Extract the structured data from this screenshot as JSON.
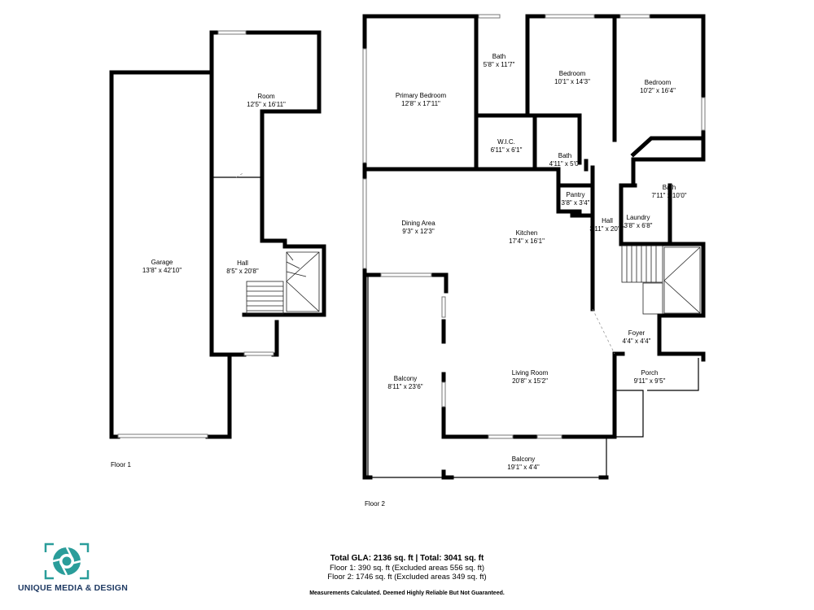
{
  "floors": [
    {
      "id": "floor1",
      "label": "Floor 1",
      "rooms": [
        {
          "key": "f1-room",
          "name": "Room",
          "dims": "12'5\" x 16'11\""
        },
        {
          "key": "f1-garage",
          "name": "Garage",
          "dims": "13'8\" x 42'10\""
        },
        {
          "key": "f1-hall",
          "name": "Hall",
          "dims": "8'5\" x 20'8\""
        }
      ]
    },
    {
      "id": "floor2",
      "label": "Floor 2",
      "rooms": [
        {
          "key": "f2-primary-bedroom",
          "name": "Primary Bedroom",
          "dims": "12'8\" x 17'11\""
        },
        {
          "key": "f2-bath-a",
          "name": "Bath",
          "dims": "5'8\" x 11'7\""
        },
        {
          "key": "f2-bedroom-a",
          "name": "Bedroom",
          "dims": "10'1\" x 14'3\""
        },
        {
          "key": "f2-bedroom-b",
          "name": "Bedroom",
          "dims": "10'2\" x 16'4\""
        },
        {
          "key": "f2-wic",
          "name": "W.I.C.",
          "dims": "6'11\" x 6'1\""
        },
        {
          "key": "f2-bath-b",
          "name": "Bath",
          "dims": "4'11\" x 5'0\""
        },
        {
          "key": "f2-bath-c",
          "name": "Bath",
          "dims": "7'11\" x 10'0\""
        },
        {
          "key": "f2-pantry",
          "name": "Pantry",
          "dims": "3'8\" x 3'4\""
        },
        {
          "key": "f2-laundry",
          "name": "Laundry",
          "dims": "3'8\" x 6'8\""
        },
        {
          "key": "f2-hall",
          "name": "Hall",
          "dims": "3'11\" x 20'1\""
        },
        {
          "key": "f2-dining",
          "name": "Dining Area",
          "dims": "9'3\" x 12'3\""
        },
        {
          "key": "f2-kitchen",
          "name": "Kitchen",
          "dims": "17'4\" x 16'1\""
        },
        {
          "key": "f2-foyer",
          "name": "Foyer",
          "dims": "4'4\" x 4'4\""
        },
        {
          "key": "f2-porch",
          "name": "Porch",
          "dims": "9'11\" x 9'5\""
        },
        {
          "key": "f2-balcony-a",
          "name": "Balcony",
          "dims": "8'11\" x 23'6\""
        },
        {
          "key": "f2-living",
          "name": "Living Room",
          "dims": "20'8\" x 15'2\""
        },
        {
          "key": "f2-balcony-b",
          "name": "Balcony",
          "dims": "19'1\" x 4'4\""
        }
      ]
    }
  ],
  "summary": {
    "total": "Total GLA: 2136 sq. ft | Total: 3041 sq. ft",
    "floor1": "Floor 1: 390 sq. ft (Excluded areas 556 sq. ft)",
    "floor2": "Floor 2: 1746 sq. ft (Excluded areas 349 sq. ft)"
  },
  "disclaimer": "Measurements Calculated. Deemed Highly Reliable But Not Guaranteed.",
  "brand": {
    "name": "UNIQUE MEDIA & DESIGN",
    "logo_icon": "camera-aperture-icon",
    "color": "#1f3a63",
    "accent": "#2a9d9a"
  }
}
